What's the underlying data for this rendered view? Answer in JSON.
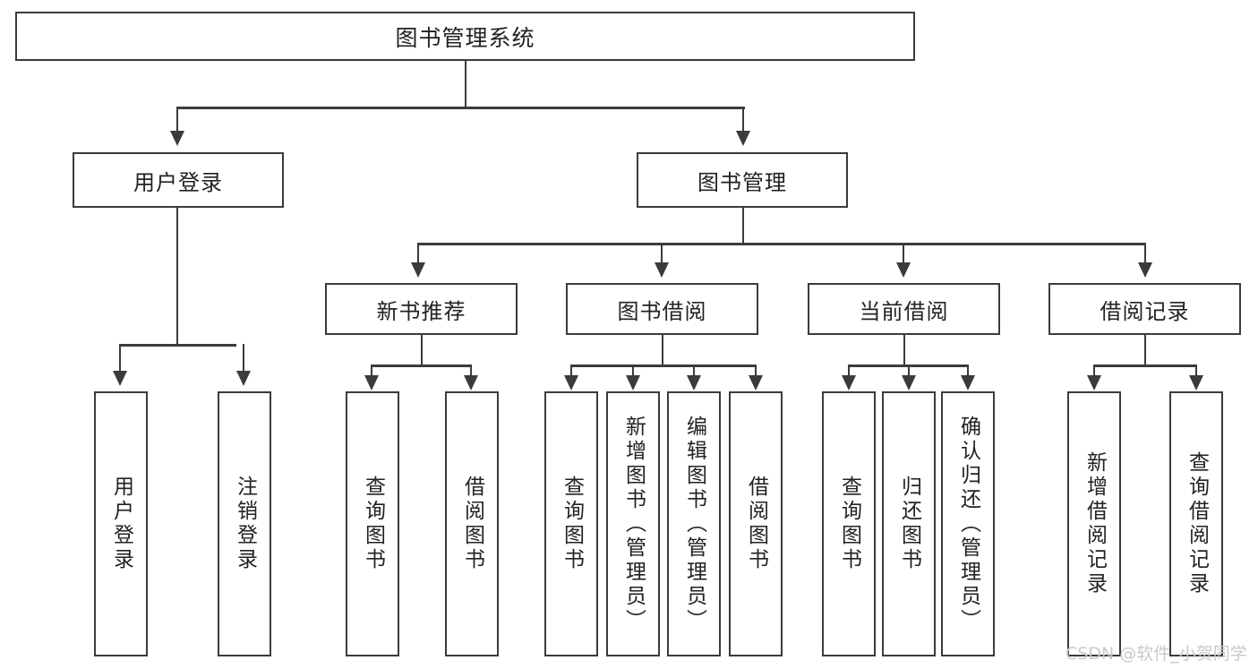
{
  "diagram": {
    "title": "图书管理系统",
    "type": "hierarchy-tree",
    "root": {
      "label": "图书管理系统"
    },
    "level2": [
      {
        "label": "用户登录"
      },
      {
        "label": "图书管理"
      }
    ],
    "level3": [
      {
        "label": "新书推荐"
      },
      {
        "label": "图书借阅"
      },
      {
        "label": "当前借阅"
      },
      {
        "label": "借阅记录"
      }
    ],
    "leaves": {
      "user_login": [
        {
          "label": "用户登录"
        },
        {
          "label": "注销登录"
        }
      ],
      "new_book_recommend": [
        {
          "label": "查询图书"
        },
        {
          "label": "借阅图书"
        }
      ],
      "book_borrow": [
        {
          "label": "查询图书"
        },
        {
          "label": "新增图书（管理员）"
        },
        {
          "label": "编辑图书（管理员）"
        },
        {
          "label": "借阅图书"
        }
      ],
      "current_borrow": [
        {
          "label": "查询图书"
        },
        {
          "label": "归还图书"
        },
        {
          "label": "确认归还（管理员）"
        }
      ],
      "borrow_record": [
        {
          "label": "新增借阅记录"
        },
        {
          "label": "查询借阅记录"
        }
      ]
    }
  },
  "watermark": {
    "text": "CSDN @软件_小贺同学"
  },
  "colors": {
    "stroke": "#3b3b3b",
    "text": "#222222",
    "background": "#ffffff",
    "watermark": "#c9c9c9"
  }
}
